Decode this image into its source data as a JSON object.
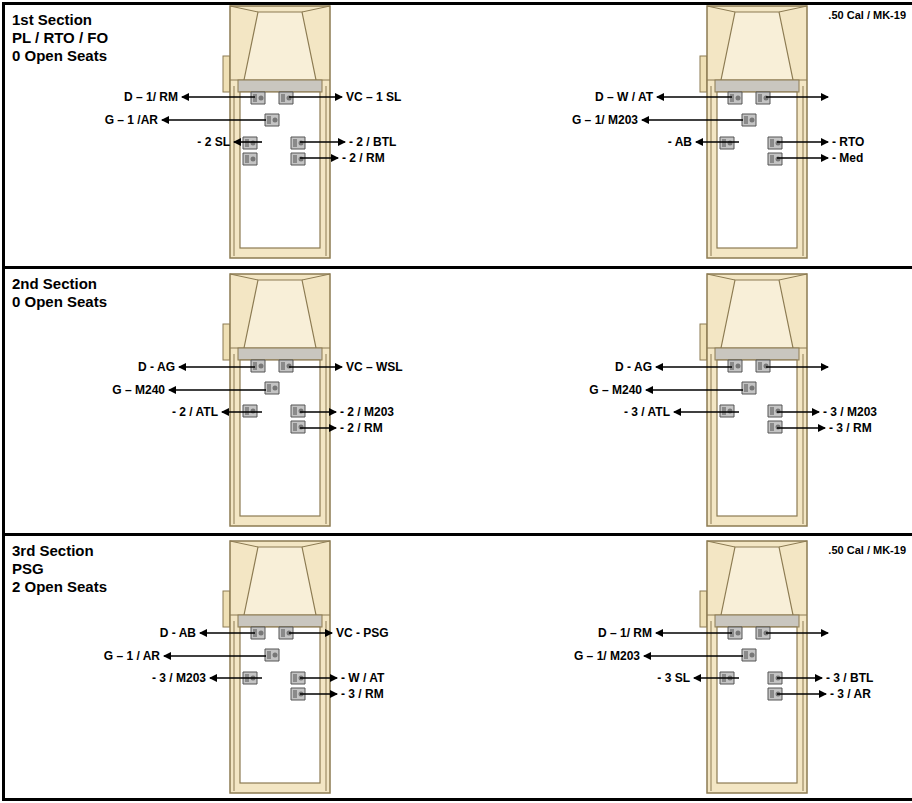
{
  "diagram": {
    "nodes": [
      {
        "text": [
          "1st Section",
          "PL / RTO / FO",
          "0 Open Seats"
        ]
      },
      {
        "text": [
          "2nd Section",
          "0 Open Seats"
        ]
      },
      {
        "text": [
          "3rd Section",
          "PSG",
          "2 Open Seats"
        ]
      }
    ],
    "labels": [
      "D – 1/ RM",
      "VC – 1 SL",
      "G – 1 /AR",
      "- 2 SL",
      "- 2 / BTL",
      "- 2 / RM",
      ".50 Cal / MK-19",
      "D – W / AT",
      "G – 1/ M203",
      "- AB",
      "- RTO",
      "- Med",
      "D - AG",
      "VC – WSL",
      "G – M240",
      "- 2 / ATL",
      "- 2 / M203",
      "- 2 / RM",
      "D - AG",
      "G – M240",
      "- 3 / ATL",
      "- 3 / M203",
      "- 3 / RM",
      "D - AB",
      "VC - PSG",
      "G – 1 / AR",
      "- 3 / M203",
      "- W / AT",
      "- 3 / RM",
      ".50 Cal / MK-19",
      "D – 1/ RM",
      "G – 1/ M203",
      "- 3 SL",
      "- 3 / BTL",
      "- 3 / AR"
    ]
  }
}
